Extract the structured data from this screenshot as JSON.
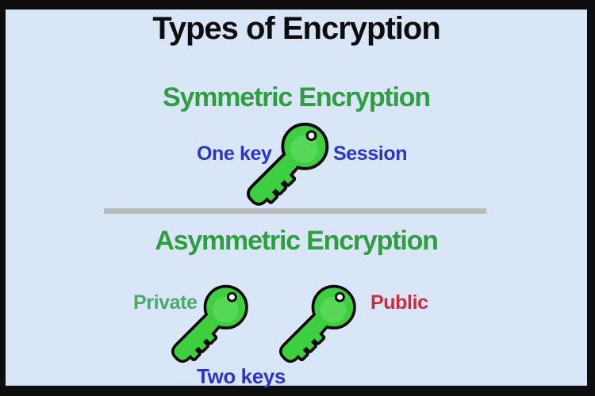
{
  "colors": {
    "background": "#d9e6f8",
    "frame": "#0d0d0d",
    "divider": "#bababa",
    "key_fill": "#3ecf40",
    "key_outline": "#0a0a0a",
    "title": "#0d0d0d",
    "heading_green": "#2f9e41",
    "label_blue": "#2b35c3",
    "private_green": "#4aa86a",
    "public_red": "#d0293a"
  },
  "title": "Types of Encryption",
  "symmetric": {
    "heading": "Symmetric Encryption",
    "left_label": "One key",
    "right_label": "Session",
    "key_icon": "green-key"
  },
  "asymmetric": {
    "heading": "Asymmetric Encryption",
    "left_label": "Private",
    "right_label": "Public",
    "bottom_label": "Two keys",
    "key_icons": [
      "green-key",
      "green-key"
    ]
  }
}
